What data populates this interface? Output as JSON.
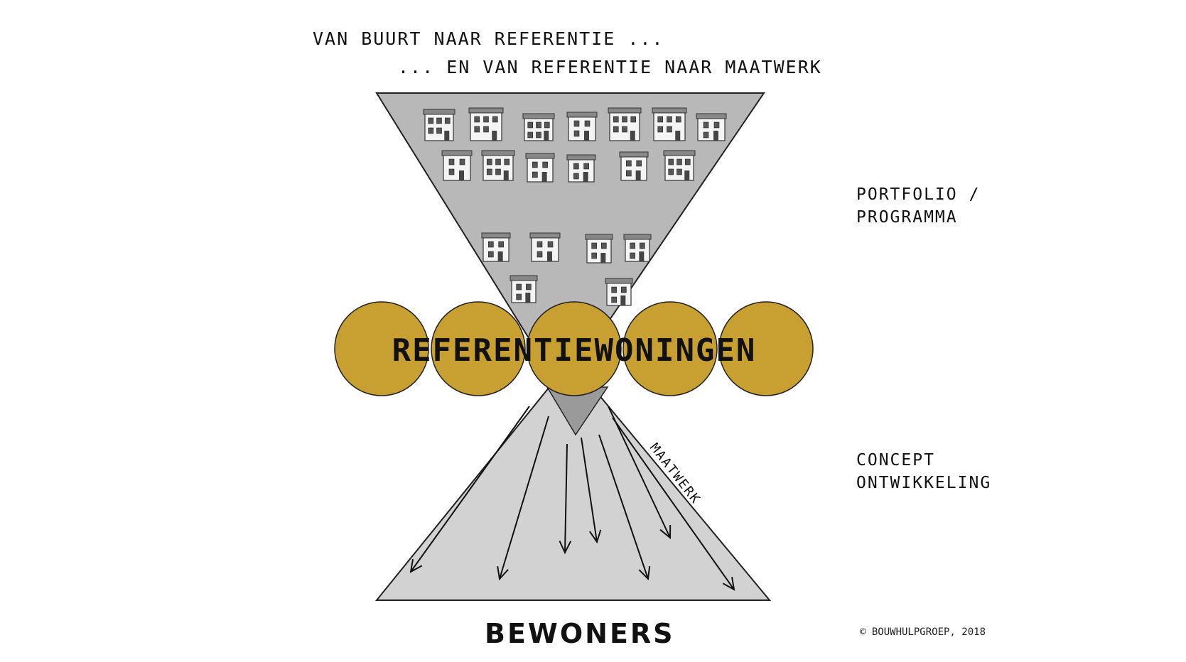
{
  "header": {
    "line1": "VAN BUURT NAAR REFERENTIE ...",
    "line2": "... EN VAN REFERENTIE NAAR MAATWERK"
  },
  "center_label": "REFERENTIEWONINGEN",
  "arrow_label": "MAATWERK",
  "bottom_label": "BEWONERS",
  "side_labels": {
    "portfolio_line1": "PORTFOLIO /",
    "portfolio_line2": "PROGRAMMA",
    "concept_line1": "CONCEPT",
    "concept_line2": "ONTWIKKELING"
  },
  "copyright": "© BOUWHULPGROEP, 2018",
  "colors": {
    "funnel_fill": "#b8b8b8",
    "lower_fill": "#d2d2d2",
    "circle_fill": "#c8a032",
    "stroke": "#222222"
  },
  "icons": {
    "house": "house-icon",
    "arrow": "arrow-icon"
  }
}
